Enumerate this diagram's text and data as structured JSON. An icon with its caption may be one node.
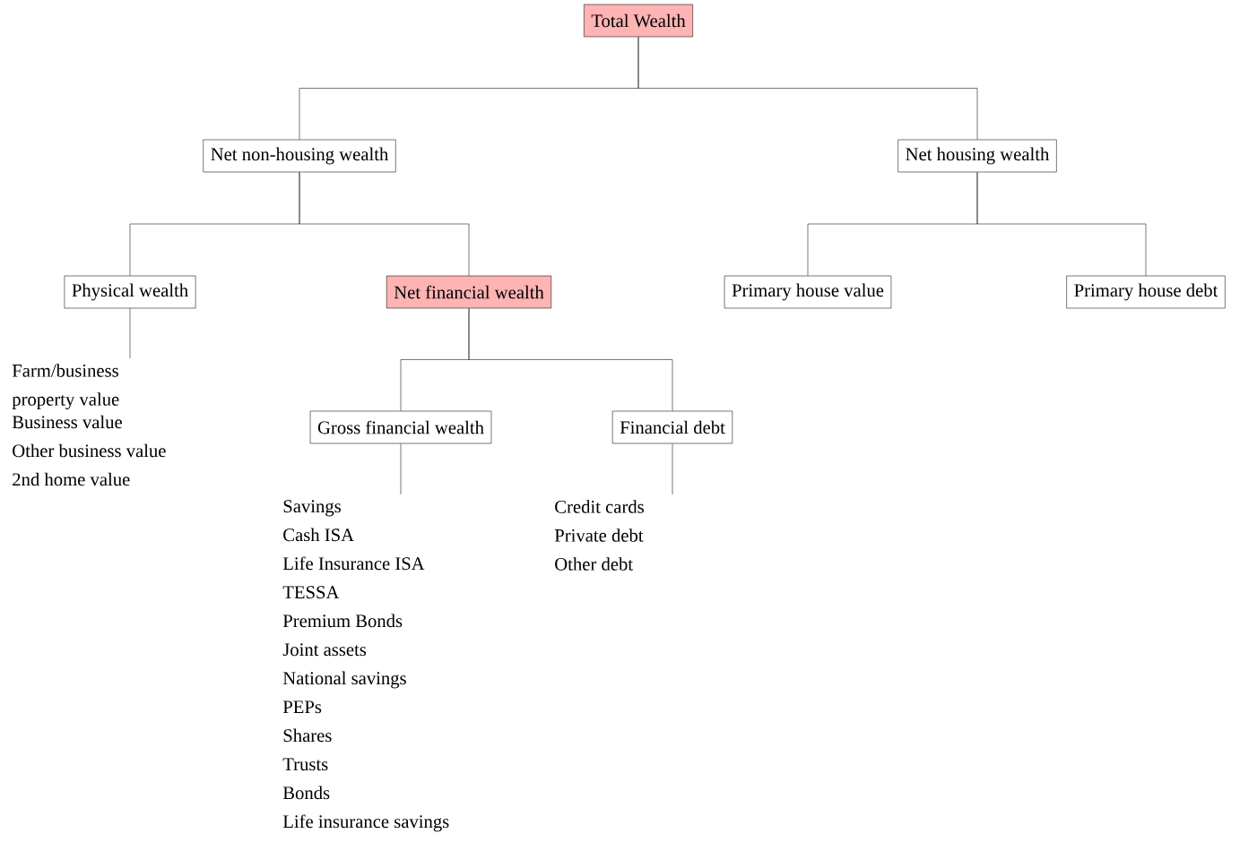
{
  "diagram": {
    "nodes": [
      {
        "text": [
          "Total Wealth"
        ]
      },
      {
        "text": [
          "Net non-housing wealth"
        ]
      },
      {
        "text": [
          "Net housing wealth"
        ]
      },
      {
        "text": [
          "Physical wealth"
        ]
      },
      {
        "text": [
          "Net financial wealth"
        ]
      },
      {
        "text": [
          "Primary house value"
        ]
      },
      {
        "text": [
          "Primary house debt"
        ]
      },
      {
        "text": [
          "Farm/business property value",
          "Business value",
          "Other business value",
          "2nd home value"
        ]
      },
      {
        "text": [
          "Gross financial wealth"
        ]
      },
      {
        "text": [
          "Financial debt"
        ]
      },
      {
        "text": [
          "Savings",
          "Cash ISA",
          "Life Insurance ISA",
          "TESSA",
          "Premium Bonds",
          "Joint assets",
          "National savings",
          "PEPs",
          "Shares",
          "Trusts",
          "Bonds",
          "Life insurance savings"
        ]
      },
      {
        "text": [
          "Credit cards",
          "Private debt",
          "Other debt"
        ]
      }
    ],
    "edges": [
      {
        "from": 0,
        "to": 1,
        "arrow": "none"
      },
      {
        "from": 0,
        "to": 2,
        "arrow": "none"
      },
      {
        "from": 1,
        "to": 3,
        "arrow": "none"
      },
      {
        "from": 1,
        "to": 4,
        "arrow": "none"
      },
      {
        "from": 2,
        "to": 5,
        "arrow": "none"
      },
      {
        "from": 2,
        "to": 6,
        "arrow": "none"
      },
      {
        "from": 3,
        "to": 7,
        "arrow": "none"
      },
      {
        "from": 4,
        "to": 8,
        "arrow": "none"
      },
      {
        "from": 4,
        "to": 9,
        "arrow": "none"
      },
      {
        "from": 8,
        "to": 10,
        "arrow": "none"
      },
      {
        "from": 9,
        "to": 11,
        "arrow": "none"
      }
    ]
  }
}
